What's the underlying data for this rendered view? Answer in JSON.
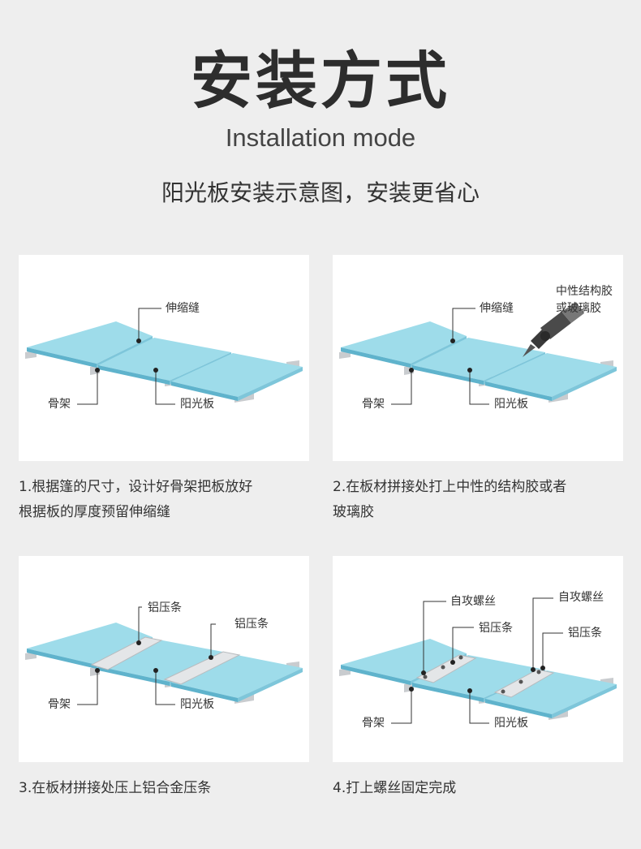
{
  "header": {
    "title": "安装方式",
    "subtitle": "Installation mode",
    "tagline": "阳光板安装示意图，安装更省心"
  },
  "colors": {
    "sheet_top": "#9edcea",
    "sheet_edge": "#5fb3cc",
    "frame": "#cfd2d4",
    "background": "#eeeeee"
  },
  "panels": [
    {
      "labels": {
        "gap": "伸缩缝",
        "frame": "骨架",
        "sheet": "阳光板"
      },
      "caption_1": "1.根据篷的尺寸，设计好骨架把板放好",
      "caption_2": "根据板的厚度预留伸缩缝"
    },
    {
      "labels": {
        "gap": "伸缩缝",
        "glue_1": "中性结构胶",
        "glue_2": "或玻璃胶",
        "frame": "骨架",
        "sheet": "阳光板"
      },
      "caption_1": "2.在板材拼接处打上中性的结构胶或者",
      "caption_2": "玻璃胶"
    },
    {
      "labels": {
        "strip_a": "铝压条",
        "strip_b": "铝压条",
        "frame": "骨架",
        "sheet": "阳光板"
      },
      "caption_1": "3.在板材拼接处压上铝合金压条"
    },
    {
      "labels": {
        "screw_a": "自攻螺丝",
        "screw_b": "自攻螺丝",
        "strip_a": "铝压条",
        "strip_b": "铝压条",
        "frame": "骨架",
        "sheet": "阳光板"
      },
      "caption_1": "4.打上螺丝固定完成"
    }
  ]
}
